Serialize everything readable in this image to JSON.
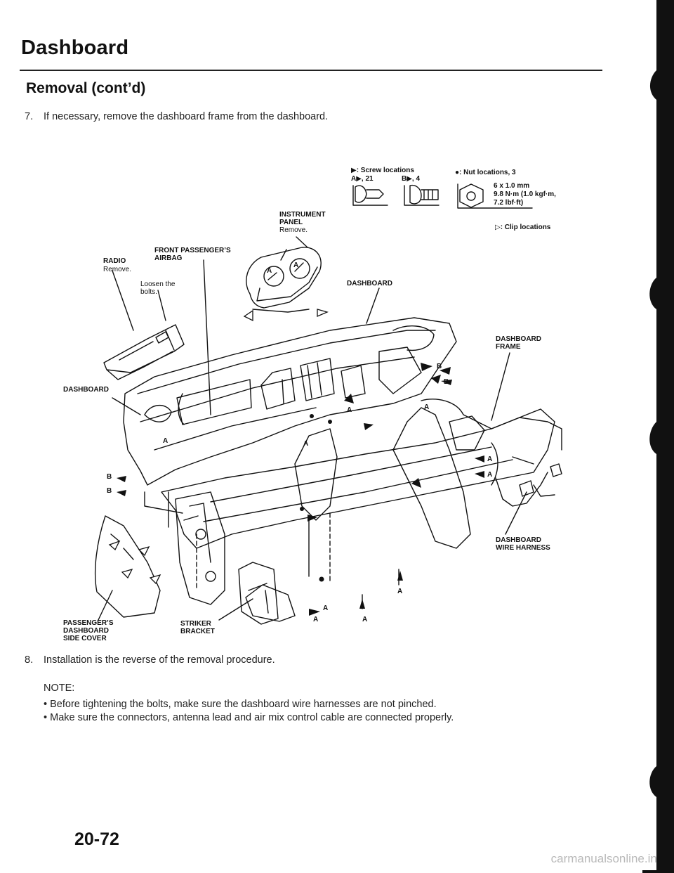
{
  "header": {
    "title": "Dashboard",
    "subtitle": "Removal (cont’d)"
  },
  "steps": {
    "step7_num": "7.",
    "step7_text": "If necessary, remove the dashboard frame from the dashboard.",
    "step8_num": "8.",
    "step8_text": "Installation is the reverse of the removal procedure."
  },
  "legend": {
    "screw_title": "▶: Screw locations",
    "screw_a": "A▶, 21",
    "screw_b": "B▶, 4",
    "nut_title": "●: Nut locations, 3",
    "nut_spec1": "6 x 1.0 mm",
    "nut_spec2": "9.8 N·m (1.0 kgf·m,",
    "nut_spec3": "7.2 lbf·ft)",
    "clip_title": "▷: Clip locations"
  },
  "labels": {
    "instrument_panel": "INSTRUMENT\nPANEL",
    "instrument_panel_action": "Remove.",
    "front_airbag": "FRONT PASSENGER’S\nAIRBAG",
    "radio": "RADIO",
    "radio_action": "Remove.",
    "loosen_bolts": "Loosen the\nbolts.",
    "dashboard_top": "DASHBOARD",
    "dashboard_left": "DASHBOARD",
    "dashboard_frame": "DASHBOARD\nFRAME",
    "wire_harness": "DASHBOARD\nWIRE HARNESS",
    "side_cover": "PASSENGER’S\nDASHBOARD\nSIDE COVER",
    "striker_bracket": "STRIKER\nBRACKET"
  },
  "note": {
    "heading": "NOTE:",
    "items": [
      "Before tightening the bolts, make sure the dashboard wire harnesses are not pinched.",
      "Make sure the connectors, antenna lead and air mix control cable are connected properly."
    ]
  },
  "footer": {
    "page_number": "20-72",
    "watermark": "carmanualsonline.info"
  }
}
